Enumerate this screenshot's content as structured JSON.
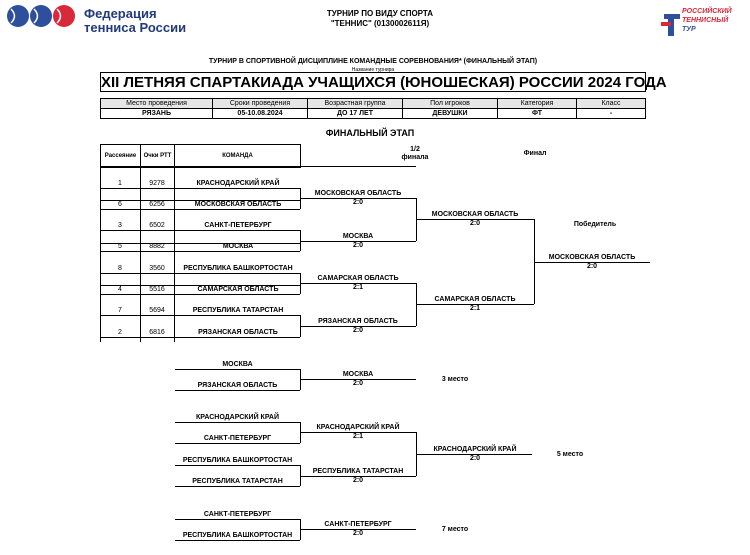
{
  "header": {
    "federation_line1": "Федерация",
    "federation_line2": "тенниса России",
    "tournament_line1": "ТУРНИР ПО ВИДУ СПОРТА",
    "tournament_line2": "\"ТЕННИС\" (0130002611Я)",
    "rtt_line1": "РОССИЙСКИЙ",
    "rtt_line2": "ТЕННИСНЫЙ",
    "rtt_line3": "ТУР"
  },
  "discipline": "ТУРНИР В СПОРТИВНОЙ ДИСЦИПЛИНЕ КОМАНДНЫЕ СОРЕВНОВАНИЯ* (ФИНАЛЬНЫЙ ЭТАП)",
  "name_caption": "Название турнира",
  "event_title": "XII ЛЕТНЯЯ СПАРТАКИАДА УЧАЩИХСЯ (ЮНОШЕСКАЯ) РОССИИ 2024 ГОДА",
  "info": {
    "headers": [
      "Место проведения",
      "Сроки проведения",
      "Возрастная группа",
      "Пол игроков",
      "Категория",
      "Класс"
    ],
    "values": [
      "РЯЗАНЬ",
      "05-10.08.2024",
      "ДО 17 ЛЕТ",
      "ДЕВУШКИ",
      "ФТ",
      "-"
    ]
  },
  "stage_title": "ФИНАЛЬНЫЙ ЭТАП",
  "columns": {
    "seed": "Рассеяние",
    "points": "Очки РТТ",
    "team": "КОМАНДА",
    "semi_line1": "1/2",
    "semi_line2": "финала",
    "final": "Финал"
  },
  "entries": [
    {
      "seed": "1",
      "points": "9278",
      "team": "КРАСНОДАРСКИЙ КРАЙ"
    },
    {
      "seed": "6",
      "points": "6256",
      "team": "МОСКОВСКАЯ ОБЛАСТЬ"
    },
    {
      "seed": "3",
      "points": "6502",
      "team": "САНКТ-ПЕТЕРБУРГ"
    },
    {
      "seed": "5",
      "points": "8882",
      "team": "МОСКВА"
    },
    {
      "seed": "8",
      "points": "3560",
      "team": "РЕСПУБЛИКА БАШКОРТОСТАН"
    },
    {
      "seed": "4",
      "points": "5516",
      "team": "САМАРСКАЯ ОБЛАСТЬ"
    },
    {
      "seed": "7",
      "points": "5694",
      "team": "РЕСПУБЛИКА ТАТАРСТАН"
    },
    {
      "seed": "2",
      "points": "6816",
      "team": "РЯЗАНСКАЯ ОБЛАСТЬ"
    }
  ],
  "round1": [
    {
      "winner": "МОСКОВСКАЯ ОБЛАСТЬ",
      "score": "2:0"
    },
    {
      "winner": "МОСКВА",
      "score": "2:0"
    },
    {
      "winner": "САМАРСКАЯ ОБЛАСТЬ",
      "score": "2:1"
    },
    {
      "winner": "РЯЗАНСКАЯ ОБЛАСТЬ",
      "score": "2:0"
    }
  ],
  "semis": [
    {
      "winner": "МОСКОВСКАЯ ОБЛАСТЬ",
      "score": "2:0"
    },
    {
      "winner": "САМАРСКАЯ ОБЛАСТЬ",
      "score": "2:1"
    }
  ],
  "final": {
    "label": "Победитель",
    "winner": "МОСКОВСКАЯ ОБЛАСТЬ",
    "score": "2:0"
  },
  "third": {
    "team1": "МОСКВА",
    "team2": "РЯЗАНСКАЯ ОБЛАСТЬ",
    "winner": "МОСКВА",
    "score": "2:0",
    "label": "3 место"
  },
  "fifth": {
    "entries": [
      "КРАСНОДАРСКИЙ КРАЙ",
      "САНКТ-ПЕТЕРБУРГ",
      "РЕСПУБЛИКА БАШКОРТОСТАН",
      "РЕСПУБЛИКА ТАТАРСТАН"
    ],
    "r1": [
      {
        "winner": "КРАСНОДАРСКИЙ КРАЙ",
        "score": "2:1"
      },
      {
        "winner": "РЕСПУБЛИКА ТАТАРСТАН",
        "score": "2:0"
      }
    ],
    "final": {
      "winner": "КРАСНОДАРСКИЙ КРАЙ",
      "score": "2:0"
    },
    "label": "5 место"
  },
  "seventh": {
    "team1": "САНКТ-ПЕТЕРБУРГ",
    "team2": "РЕСПУБЛИКА БАШКОРТОСТАН",
    "winner": "САНКТ-ПЕТЕРБУРГ",
    "score": "2:0",
    "label": "7 место"
  }
}
